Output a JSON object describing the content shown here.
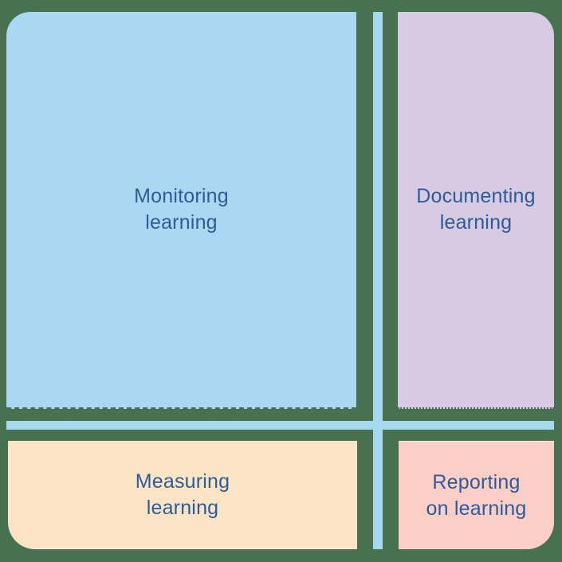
{
  "colors": {
    "background_green": "#477150",
    "divider_blue": "#A5DAEE",
    "text_blue": "#2B5C9B",
    "monitoring_fill": "#AAD8F2",
    "documenting_fill": "#D8CAE2",
    "measuring_fill": "#FCE5C5",
    "reporting_fill": "#FBCFC5"
  },
  "quadrants": [
    {
      "name": "monitoring",
      "lines": [
        "Monitoring",
        "learning"
      ],
      "color": "#AAD8F2"
    },
    {
      "name": "documenting",
      "lines": [
        "Documenting",
        "learning"
      ],
      "color": "#D8CAE2"
    },
    {
      "name": "measuring",
      "lines": [
        "Measuring",
        "learning"
      ],
      "color": "#FCE5C5"
    },
    {
      "name": "reporting",
      "lines": [
        "Reporting",
        "on learning"
      ],
      "color": "#FBCFC5"
    }
  ]
}
